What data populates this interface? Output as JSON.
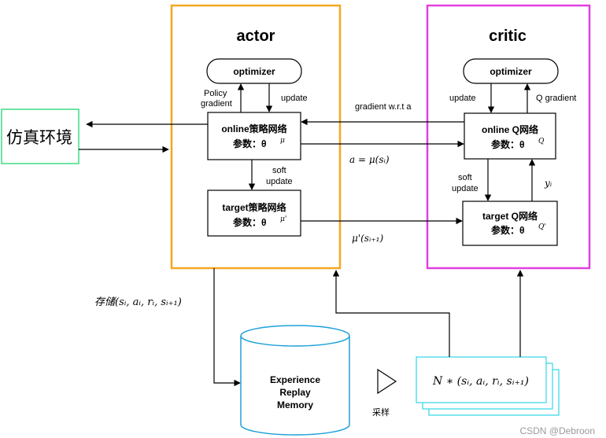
{
  "diagram": {
    "actor": {
      "title": "actor",
      "color": "#f5a623",
      "optimizer_label": "optimizer",
      "policy_gradient_line1": "Policy",
      "policy_gradient_line2": "gradient",
      "update_label": "update",
      "online_line1": "online策略网络",
      "online_line2": "参数：θ",
      "online_sup": "μ",
      "soft_update_line1": "soft",
      "soft_update_line2": "update",
      "target_line1": "target策略网络",
      "target_line2": "参数：θ",
      "target_sup": "μ'"
    },
    "critic": {
      "title": "critic",
      "color": "#e040e0",
      "optimizer_label": "optimizer",
      "update_label": "update",
      "q_gradient_label": "Q gradient",
      "online_line1": "online Q网络",
      "online_line2": "参数：θ",
      "online_sup": "Q",
      "soft_update_line1": "soft",
      "soft_update_line2": "update",
      "yi_label": "yᵢ",
      "target_line1": "target Q网络",
      "target_line2": "参数：θ",
      "target_sup": "Q'"
    },
    "environment": {
      "label": "仿真环境",
      "color": "#3ddc84"
    },
    "links": {
      "gradient_wrt_a": "gradient w.r.t a",
      "a_mu": "a = μ(sᵢ)",
      "mu_prime": "μ'(sᵢ₊₁)",
      "store": "存储(sᵢ, aᵢ, rᵢ, sᵢ₊₁)",
      "sample": "采样"
    },
    "replay_memory": {
      "line1": "Experience",
      "line2": "Replay",
      "line3": "Memory",
      "color": "#1ea0d8"
    },
    "minibatch": {
      "label": "N ∗ (sᵢ, aᵢ, rᵢ, sᵢ₊₁)",
      "color": "#40d8e8"
    }
  },
  "watermark": "CSDN @Debroon"
}
